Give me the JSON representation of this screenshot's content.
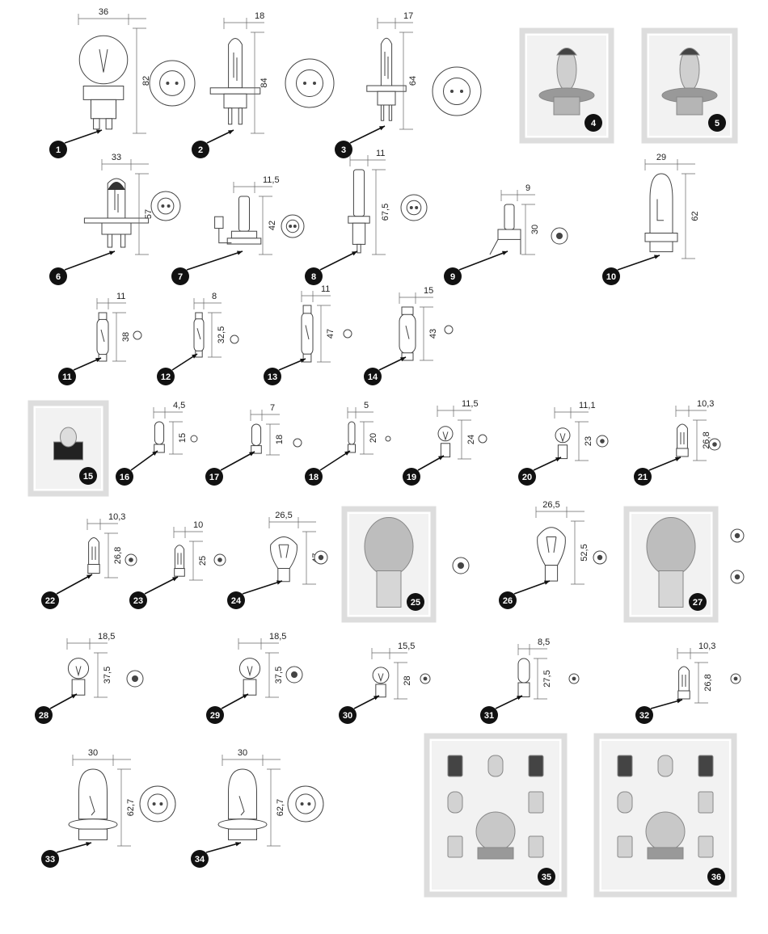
{
  "page": {
    "background": "#ffffff",
    "line_color": "#444444",
    "marker_color": "#111111",
    "photo_frame_color": "#dddddd",
    "photo_bg": "#f2f2f2"
  },
  "items": [
    {
      "n": "1",
      "type": "bulb-large",
      "w": "36",
      "h": "82",
      "socket": true
    },
    {
      "n": "2",
      "type": "bulb-halogen",
      "w": "18",
      "h": "84",
      "socket": true
    },
    {
      "n": "3",
      "type": "bulb-halogen",
      "w": "17",
      "h": "64",
      "socket": true
    },
    {
      "n": "4",
      "type": "photo"
    },
    {
      "n": "5",
      "type": "photo"
    },
    {
      "n": "6",
      "type": "bulb-halogen-dark",
      "w": "33",
      "h": "57",
      "socket": true
    },
    {
      "n": "7",
      "type": "bulb-h3",
      "w": "11,5",
      "h": "42",
      "socket": true
    },
    {
      "n": "8",
      "type": "bulb-h1",
      "w": "11",
      "h": "67,5",
      "socket": true
    },
    {
      "n": "9",
      "type": "bulb-small-halogen",
      "w": "9",
      "h": "30",
      "socket": true
    },
    {
      "n": "10",
      "type": "bulb-tube",
      "w": "29",
      "h": "62",
      "socket": false
    },
    {
      "n": "11",
      "type": "festoon",
      "w": "11",
      "h": "38",
      "socket": true
    },
    {
      "n": "12",
      "type": "festoon",
      "w": "8",
      "h": "32,5",
      "socket": true
    },
    {
      "n": "13",
      "type": "festoon",
      "w": "11",
      "h": "47",
      "socket": true
    },
    {
      "n": "14",
      "type": "festoon",
      "w": "15",
      "h": "43",
      "socket": true
    },
    {
      "n": "15",
      "type": "photo"
    },
    {
      "n": "16",
      "type": "mini",
      "w": "4,5",
      "h": "15",
      "socket": true
    },
    {
      "n": "17",
      "type": "mini-base",
      "w": "7",
      "h": "18",
      "socket": true
    },
    {
      "n": "18",
      "type": "mini",
      "w": "5",
      "h": "20",
      "socket": true
    },
    {
      "n": "19",
      "type": "ball-screw",
      "w": "11,5",
      "h": "24",
      "socket": true
    },
    {
      "n": "20",
      "type": "ball",
      "w": "11,1",
      "h": "23",
      "socket": true
    },
    {
      "n": "21",
      "type": "wedge",
      "w": "10,3",
      "h": "26,8",
      "socket": true
    },
    {
      "n": "22",
      "type": "wedge",
      "w": "10,3",
      "h": "26,8",
      "socket": true
    },
    {
      "n": "23",
      "type": "wedge",
      "w": "10",
      "h": "25",
      "socket": true
    },
    {
      "n": "24",
      "type": "stop",
      "w": "26,5",
      "h": "47",
      "socket": true
    },
    {
      "n": "25",
      "type": "photo"
    },
    {
      "n": "26",
      "type": "stop",
      "w": "26,5",
      "h": "52,5",
      "socket": true
    },
    {
      "n": "27",
      "type": "photo"
    },
    {
      "n": "28",
      "type": "ball-bayonet",
      "w": "18,5",
      "h": "37,5",
      "socket": true
    },
    {
      "n": "29",
      "type": "ball-bayonet",
      "w": "18,5",
      "h": "37,5",
      "socket": true
    },
    {
      "n": "30",
      "type": "ball-bayonet",
      "w": "15,5",
      "h": "28",
      "socket": true
    },
    {
      "n": "31",
      "type": "tube-bayonet",
      "w": "8,5",
      "h": "27,5",
      "socket": true
    },
    {
      "n": "32",
      "type": "wedge",
      "w": "10,3",
      "h": "26,8",
      "socket": true
    },
    {
      "n": "33",
      "type": "bulb-tube-flange",
      "w": "30",
      "h": "62,7",
      "socket": true
    },
    {
      "n": "34",
      "type": "bulb-tube-flange",
      "w": "30",
      "h": "62,7",
      "socket": true
    },
    {
      "n": "35",
      "type": "photo"
    },
    {
      "n": "36",
      "type": "photo"
    }
  ]
}
